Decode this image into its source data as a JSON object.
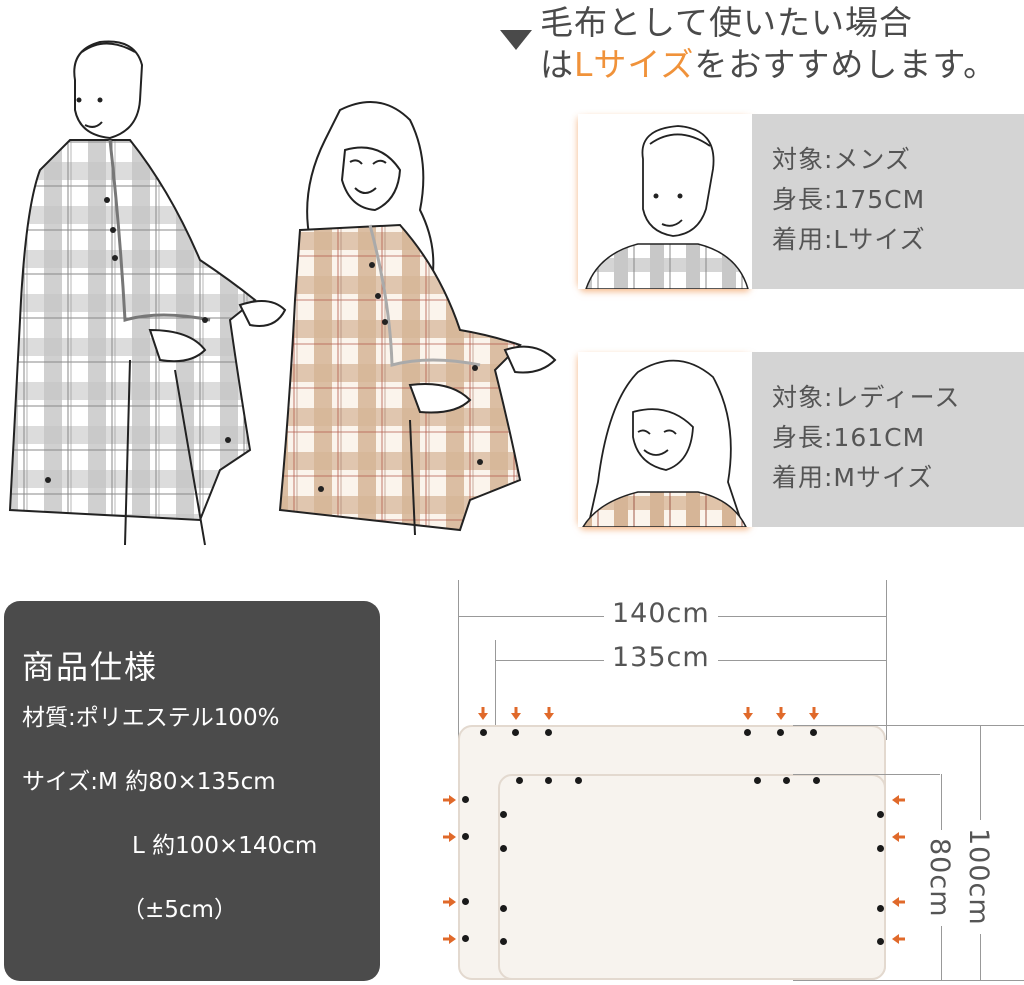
{
  "headline": {
    "line1": "毛布として使いたい場合",
    "line2_prefix": "は",
    "line2_accent": "Lサイズ",
    "line2_suffix": "をおすすめします。",
    "accent_color": "#f0923a",
    "marker_icon": "triangle-down-icon"
  },
  "illustrations": {
    "men": {
      "description": "man wearing gray plaid blanket poncho",
      "plaid_color": "#c8c8c8"
    },
    "women": {
      "description": "woman wearing beige plaid blanket poncho",
      "plaid_color": "#d9bca3"
    }
  },
  "models": [
    {
      "portrait": "men-portrait",
      "target_label": "対象:メンズ",
      "height_label": "身長:175CM",
      "wear_label": "着用:Lサイズ"
    },
    {
      "portrait": "women-portrait",
      "target_label": "対象:レディース",
      "height_label": "身長:161CM",
      "wear_label": "着用:Mサイズ"
    }
  ],
  "spec": {
    "title": "商品仕様",
    "material": "材質:ポリエステル100%",
    "size_m": "サイズ:M 約80×135cm",
    "size_l": "L 約100×140cm",
    "tolerance": "（±5cm）"
  },
  "diagram": {
    "width_l": "140cm",
    "width_m": "135cm",
    "height_l": "100cm",
    "height_m": "80cm",
    "arrow_color": "#e0692a",
    "blanket_color": "#f7f3ee",
    "border_color": "#e3d9cf"
  }
}
